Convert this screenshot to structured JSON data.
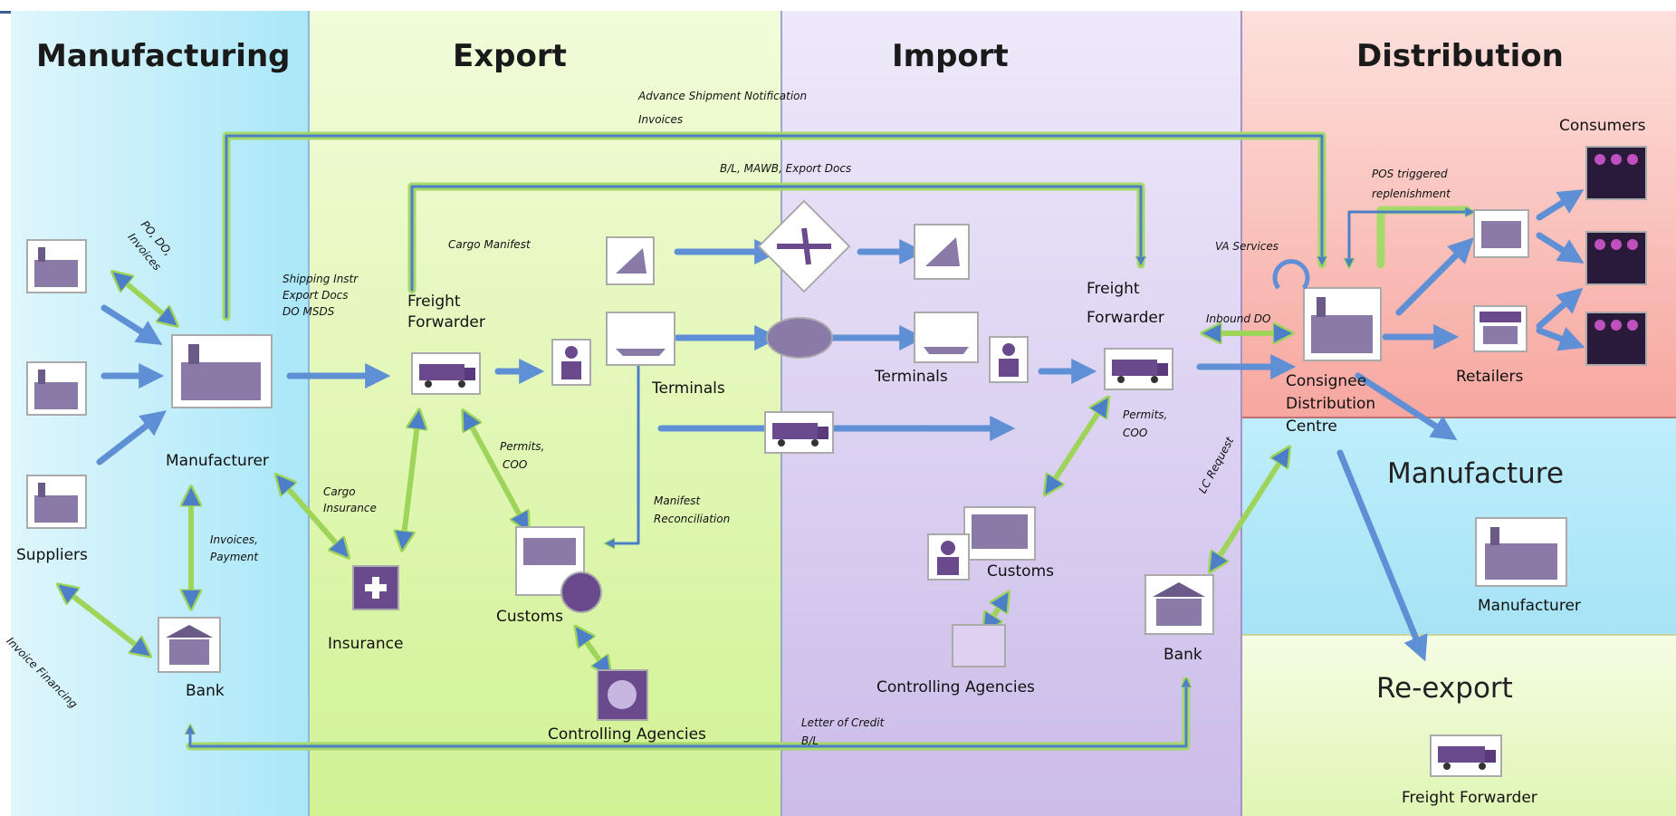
{
  "zones": {
    "manufacturing": "Manufacturing",
    "export": "Export",
    "import": "Import",
    "distribution": "Distribution",
    "manufacture": "Manufacture",
    "reexport": "Re-export"
  },
  "nodes": {
    "suppliers": "Suppliers",
    "manufacturer": "Manufacturer",
    "bank_left": "Bank",
    "insurance": "Insurance",
    "freight_forwarder_export_1": "Freight",
    "freight_forwarder_export_2": "Forwarder",
    "terminals_export": "Terminals",
    "customs_export": "Customs",
    "controlling_agencies_export": "Controlling Agencies",
    "terminals_import": "Terminals",
    "freight_forwarder_import_1": "Freight",
    "freight_forwarder_import_2": "Forwarder",
    "customs_import": "Customs",
    "controlling_agencies_import": "Controlling Agencies",
    "bank_right": "Bank",
    "consignee_1": "Consignee",
    "consignee_2": "Distribution",
    "consignee_3": "Centre",
    "retailers": "Retailers",
    "consumers": "Consumers",
    "manufacturer_dist": "Manufacturer",
    "freight_forwarder_rex": "Freight  Forwarder"
  },
  "notes": {
    "asn_1": "Advance Shipment Notification",
    "asn_2": "Invoices",
    "bl_mawb": "B/L, MAWB,  Export Docs",
    "po_1": "PO, DO,",
    "po_2": "Invoices",
    "shipping_1": "Shipping Instr",
    "shipping_2": "Export Docs",
    "shipping_3": "DO MSDS",
    "cargo_manifest": "Cargo Manifest",
    "permits_exp_1": "Permits,",
    "permits_exp_2": "COO",
    "cargo_ins_1": "Cargo",
    "cargo_ins_2": "Insurance",
    "manifest_rec_1": "Manifest",
    "manifest_rec_2": "Reconciliation",
    "invoices_pay_1": "Invoices,",
    "invoices_pay_2": "Payment",
    "invoice_fin": "Invoice Financing",
    "permits_imp_1": "Permits,",
    "permits_imp_2": "COO",
    "va_services": "VA  Services",
    "inbound_do": "Inbound DO",
    "pos_1": "POS triggered",
    "pos_2": "replenishment",
    "lc_request": "LC Request",
    "loc_1": "Letter  of Credit",
    "loc_2": "B/L"
  },
  "colors": {
    "arrow_blue": "#5f8fd4",
    "arrow_green": "#9ed45a",
    "arrow_outline": "#2f66b0",
    "icon_purple": "#6a4a8c"
  }
}
